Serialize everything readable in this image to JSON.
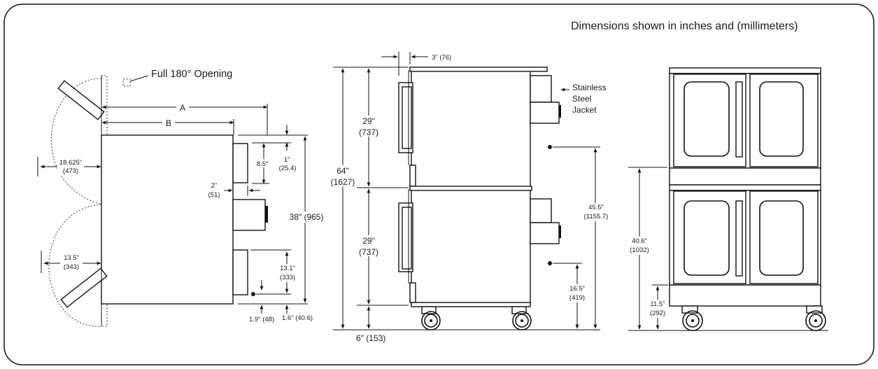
{
  "header": "Dimensions shown in inches and (millimeters)",
  "side_view": {
    "door_opening": "Full 180° Opening",
    "dim_a": "A",
    "dim_b": "B",
    "door_top_in": "18.625\"",
    "door_top_mm": "(473)",
    "door_bottom_in": "13.5\"",
    "door_bottom_mm": "(343)",
    "top_offset_in": "1\"",
    "top_offset_mm": "(25.4)",
    "control_height": "8.5\"",
    "control_depth_in": "2\"",
    "control_depth_mm": "(51)",
    "overall_height": "38\" (965)",
    "drain_height_in": "13.1\"",
    "drain_height_mm": "(333)",
    "drain_offset": "1.9\" (48)",
    "bottom_offset": "1.6\" (40.6)"
  },
  "front_side_view": {
    "back_clearance": "3\"  (76)",
    "upper_cavity_in": "29\"",
    "upper_cavity_mm": "(737)",
    "total_height_in": "64\"",
    "total_height_mm": "(1627)",
    "lower_cavity_in": "29\"",
    "lower_cavity_mm": "(737)",
    "leg_height": "6\" (153)",
    "jacket_line1": "Stainless",
    "jacket_line2": "Steel",
    "jacket_line3": "Jacket",
    "gas_upper_in": "45.5\"",
    "gas_upper_mm": "(1155.7)",
    "gas_lower_in": "16.5\"",
    "gas_lower_mm": "(419)"
  },
  "front_view": {
    "stack_height_in": "40.6\"",
    "stack_height_mm": "(1032)",
    "base_height_in": "11.5\"",
    "base_height_mm": "(292)"
  }
}
